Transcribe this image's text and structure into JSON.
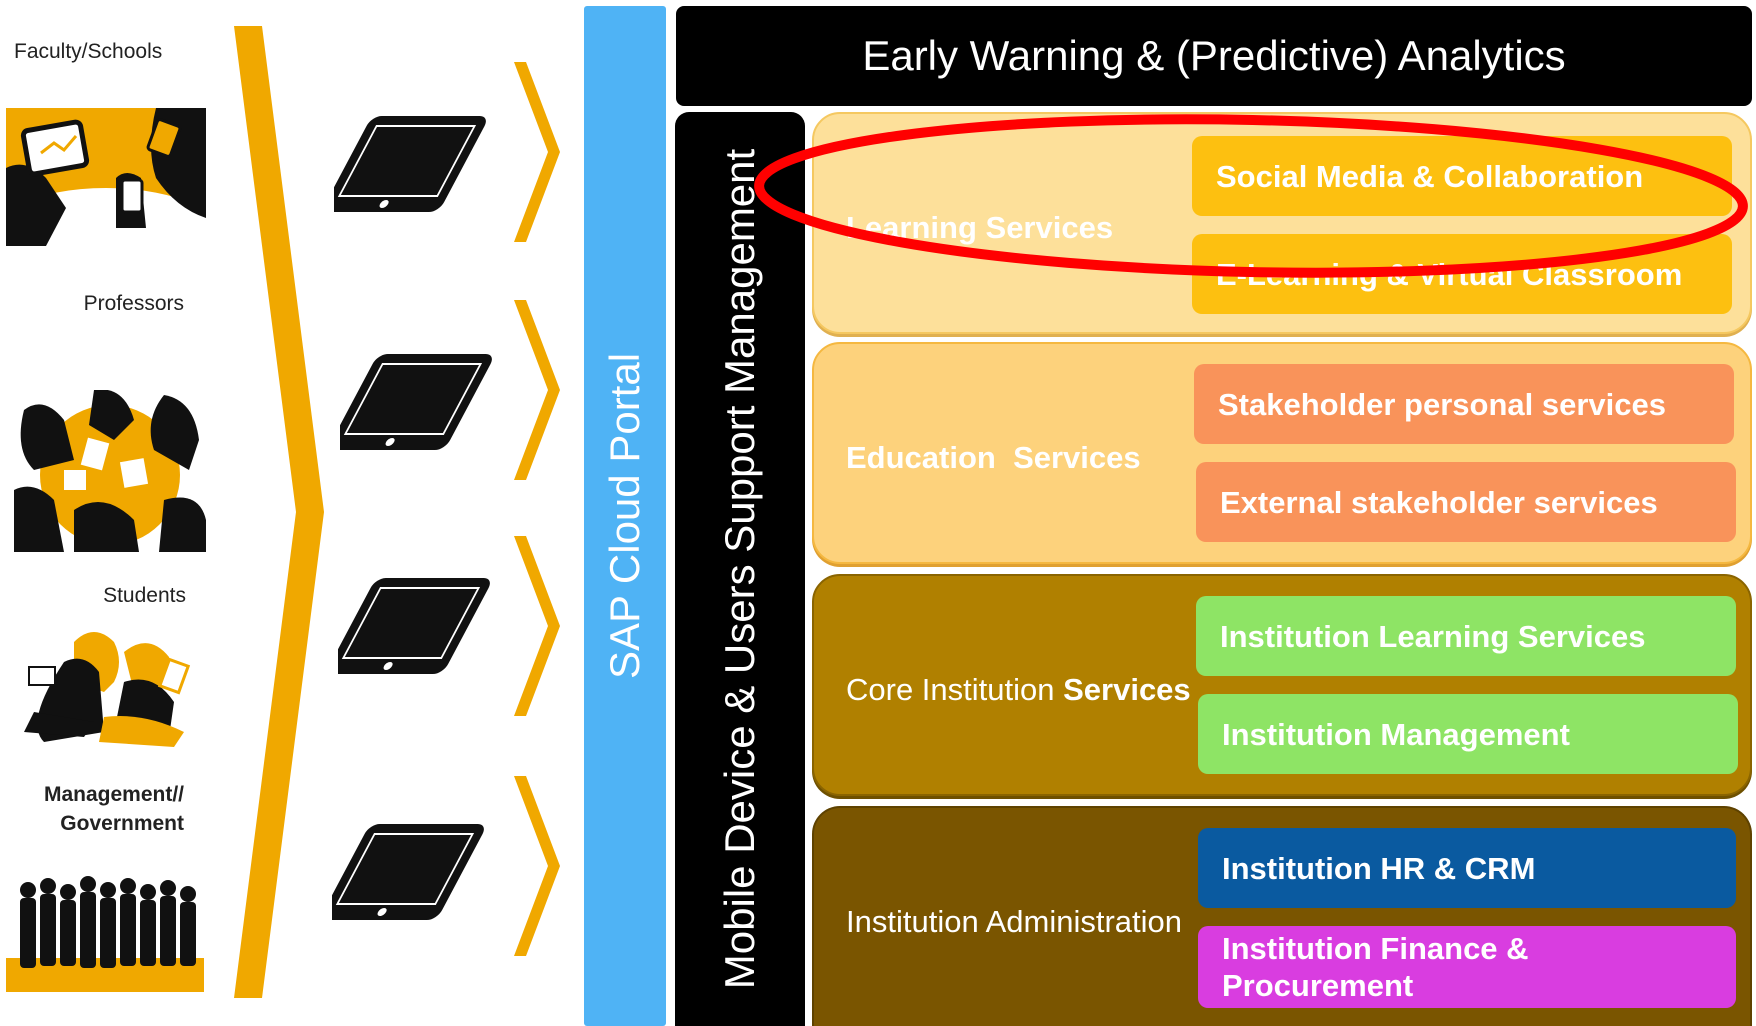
{
  "personas": {
    "faculty": "Faculty/Schools",
    "professors": "Professors",
    "students": "Students",
    "management_line1": "Management//",
    "management_line2": "Government"
  },
  "portal": {
    "label": "SAP Cloud Portal"
  },
  "mobile_management": {
    "label": "Mobile Device & Users Support Management"
  },
  "header": {
    "title": "Early Warning & (Predictive) Analytics"
  },
  "groups": {
    "learning": {
      "label": "Learning Services",
      "items": [
        "Social Media & Collaboration",
        "E-Learning & Virtual Classroom"
      ]
    },
    "education": {
      "label": "Education  Services",
      "items": [
        "Stakeholder personal services",
        "External stakeholder services"
      ]
    },
    "core": {
      "label_prefix": "Core Institution ",
      "label_bold": "Services",
      "items": [
        "Institution Learning Services",
        "Institution Management"
      ]
    },
    "admin": {
      "label": "Institution Administration",
      "items": [
        "Institution HR & CRM",
        "Institution Finance &",
        "Procurement"
      ]
    }
  },
  "colors": {
    "accent_orange": "#f0a800",
    "portal_blue": "#4fb3f5",
    "learning_bg": "#fde09a",
    "education_bg": "#fdd27c",
    "core_bg": "#b08000",
    "admin_bg": "#7a5500",
    "learning_item": "#fdc010",
    "education_item": "#f9935a",
    "core_item": "#8ee465",
    "admin_item_hr": "#0a5aa0",
    "admin_item_finance": "#d93de0",
    "highlight_red": "#ff0000"
  }
}
